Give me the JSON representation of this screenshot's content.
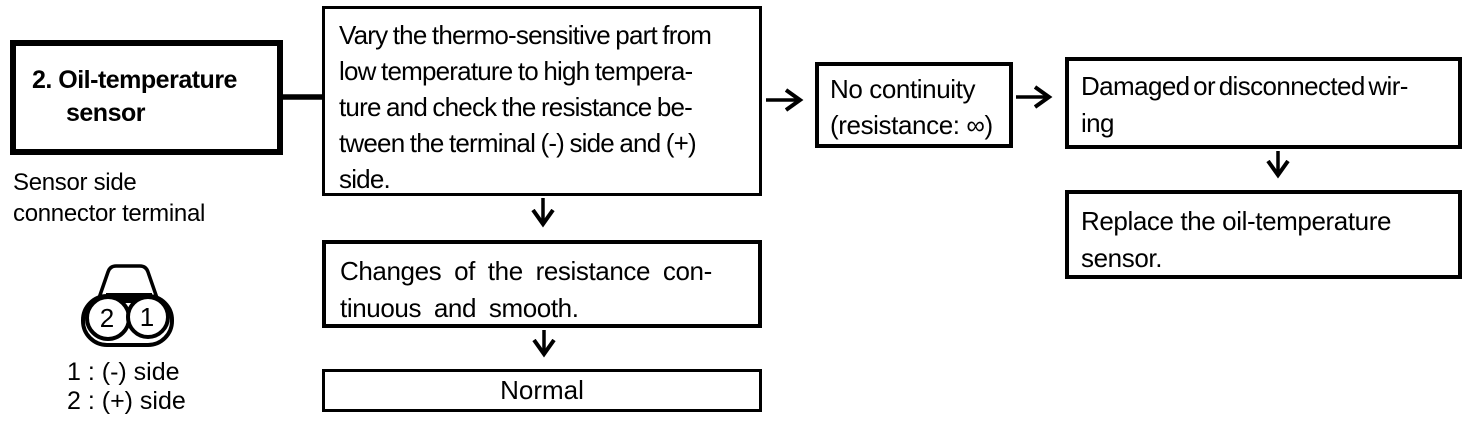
{
  "page": {
    "background": "#ffffff",
    "ink": "#000000"
  },
  "flowchart": {
    "component": {
      "label": "2. Oil-temperature\nsensor"
    },
    "connector_note": "Sensor side\nconnector terminal",
    "connector": {
      "pin_left": "2",
      "pin_right": "1",
      "legend": "1 : (-) side\n2 : (+) side"
    },
    "steps": {
      "test": "Vary the thermo-sensitive part from\nlow temperature to high tempera-\nture and check the resistance be-\ntween the terminal (-) side and (+)\nside.",
      "fail_result": "No continuity\n(resistance: ∞)",
      "fail_cause": "Damaged or disconnected wir-\ning",
      "fail_action": "Replace the oil-temperature\nsensor.",
      "pass_result": "Changes of the resistance con-\ntinuous and smooth.",
      "pass_conclusion": "Normal"
    }
  }
}
